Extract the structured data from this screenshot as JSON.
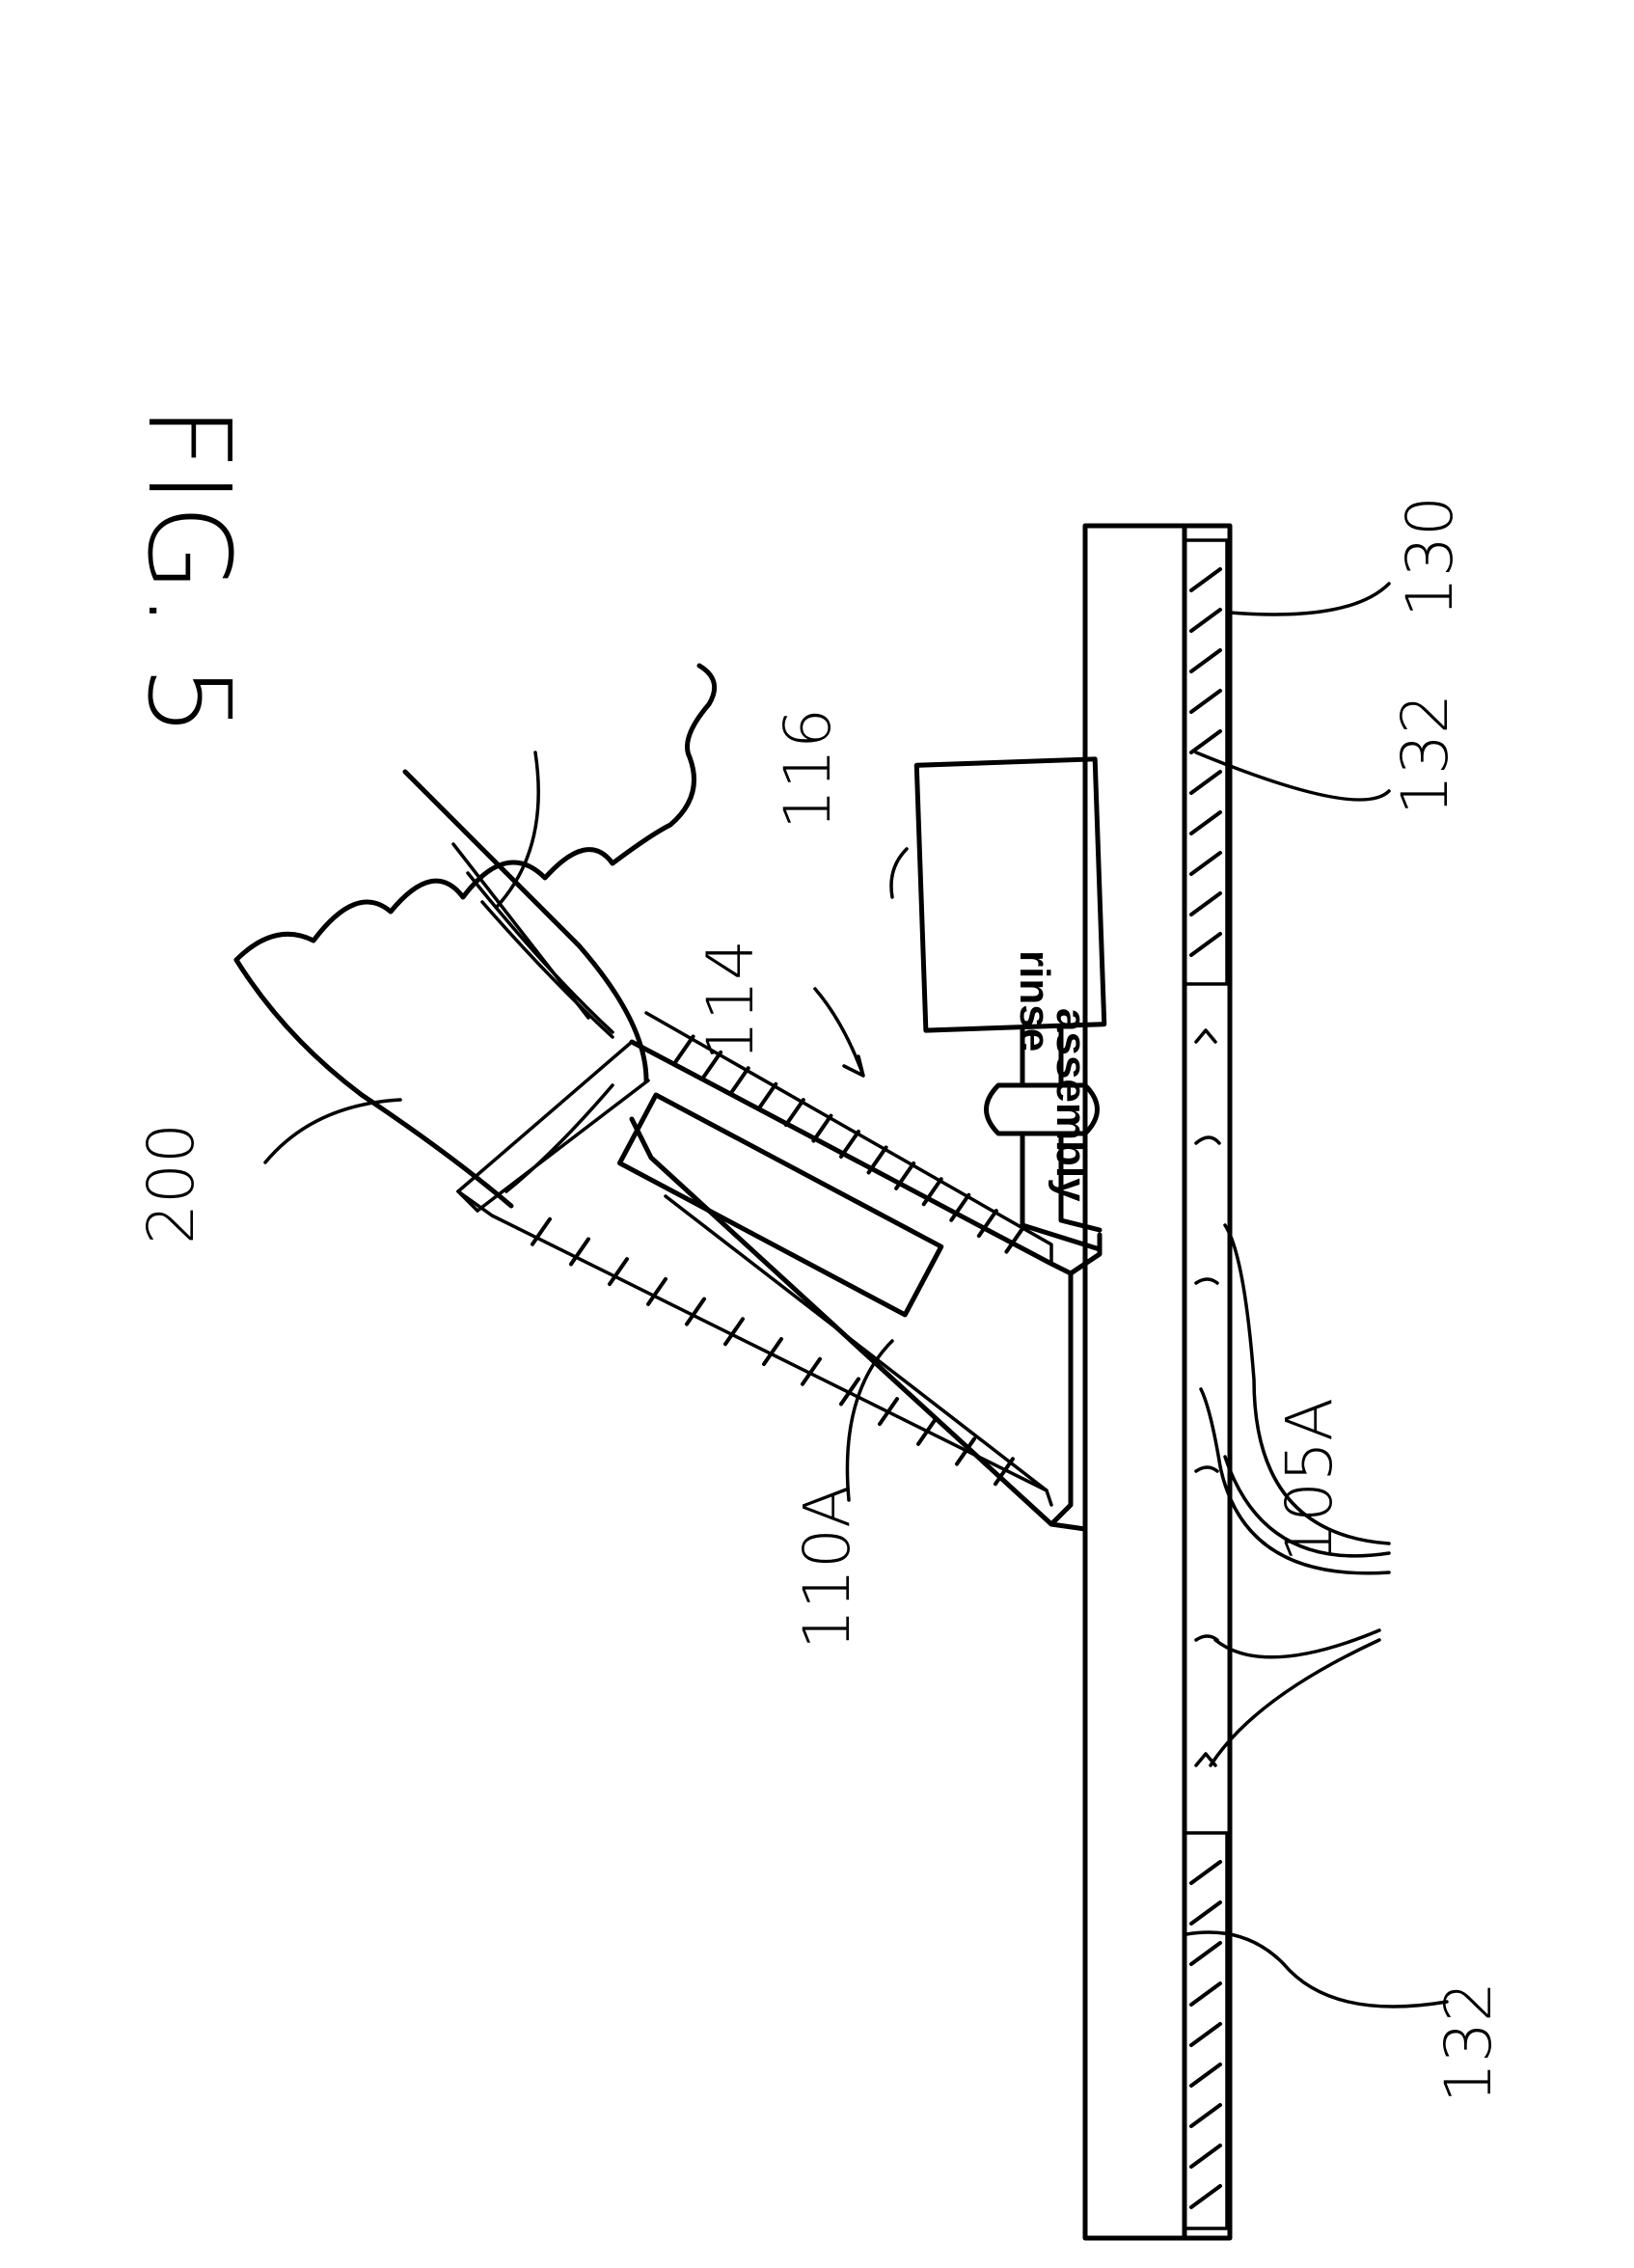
{
  "figure": {
    "title": "FIG. 5",
    "box_text_line1": "rinse",
    "box_text_line2": "assembly",
    "labels": {
      "l200": "200",
      "l110a": "110A",
      "l114": "114",
      "l116": "116",
      "l105a": "105A",
      "l130": "130",
      "l132_right": "132",
      "l132_left": "132"
    }
  }
}
